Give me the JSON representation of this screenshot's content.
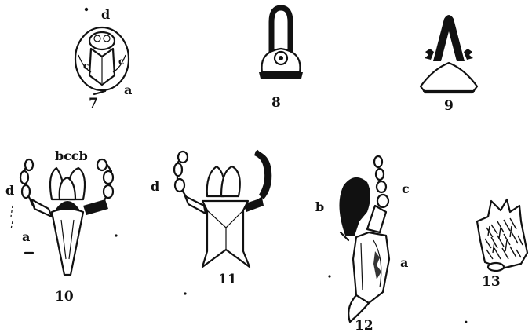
{
  "figures": [
    {
      "number": "7",
      "letters": [
        "d",
        "c",
        "c",
        "a"
      ]
    },
    {
      "number": "8",
      "letters": []
    },
    {
      "number": "9",
      "letters": []
    },
    {
      "number": "10",
      "letters": [
        "bccb",
        "d",
        "a"
      ]
    },
    {
      "number": "11",
      "letters": [
        "d"
      ]
    },
    {
      "number": "12",
      "letters": [
        "b",
        "c",
        "a"
      ]
    },
    {
      "number": "13",
      "letters": []
    }
  ]
}
